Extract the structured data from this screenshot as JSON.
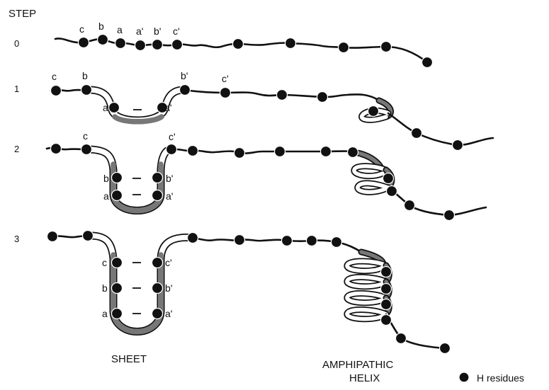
{
  "header": {
    "step_label": "STEP"
  },
  "steps": [
    {
      "number": "0"
    },
    {
      "number": "1"
    },
    {
      "number": "2"
    },
    {
      "number": "3"
    }
  ],
  "residue_labels": {
    "a": "a",
    "b": "b",
    "c": "c",
    "a_prime": "a'",
    "b_prime": "b'",
    "c_prime": "c'"
  },
  "captions": {
    "sheet": "SHEET",
    "helix_line1": "AMPHIPATHIC",
    "helix_line2": "HELIX"
  },
  "legend": {
    "label": "H residues"
  },
  "colors": {
    "ink": "#111111",
    "ribbon_shade": "#777777",
    "background": "#ffffff"
  }
}
